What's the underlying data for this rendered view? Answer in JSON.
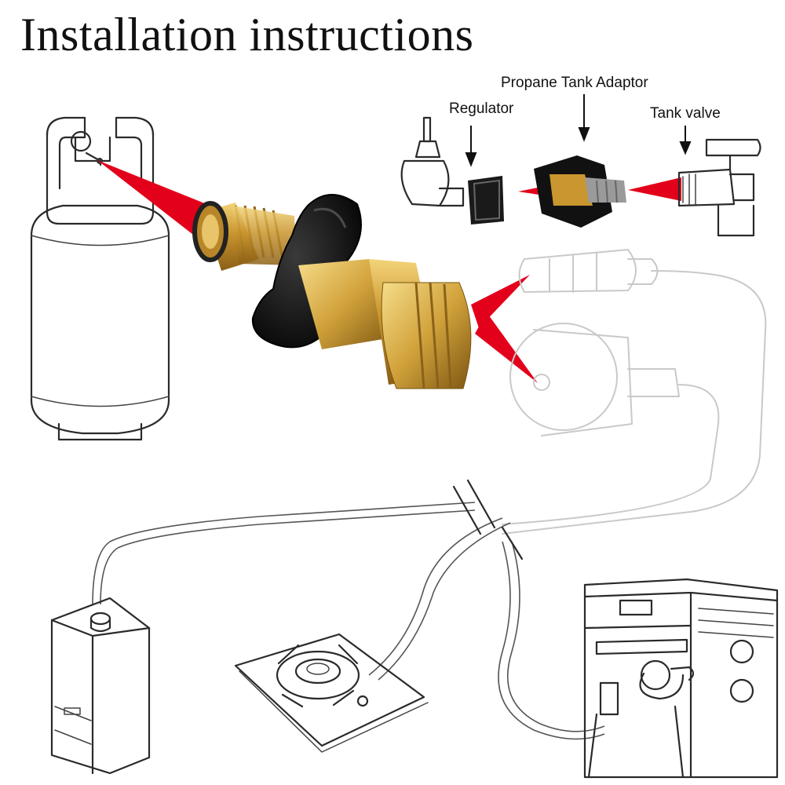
{
  "title": "Installation instructions",
  "labels": {
    "regulator": "Regulator",
    "adaptor": "Propane Tank Adaptor",
    "tank_valve": "Tank valve"
  },
  "colors": {
    "pointer": "#e3001b",
    "brass": "#d4a43a",
    "knob": "#111111",
    "line_art": "#2a2a2a"
  }
}
